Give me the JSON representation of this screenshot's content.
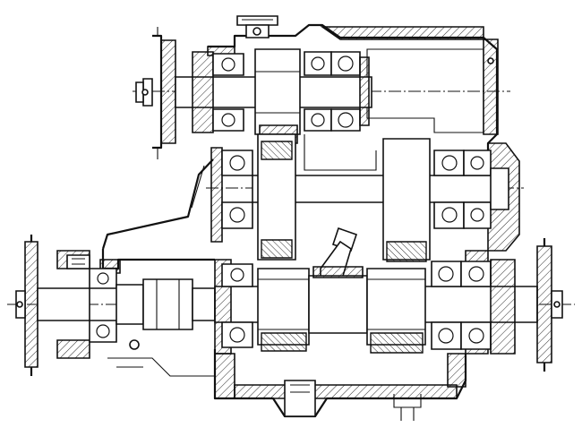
{
  "drawing": {
    "type": "technical-drawing",
    "subject": "gearbox-cross-section",
    "shafts": [
      {
        "id": "input-shaft",
        "position": "upper"
      },
      {
        "id": "intermediate-shaft",
        "position": "middle"
      },
      {
        "id": "output-shaft",
        "position": "lower"
      }
    ],
    "colors": {
      "line": "#111111",
      "background": "#ffffff"
    }
  }
}
